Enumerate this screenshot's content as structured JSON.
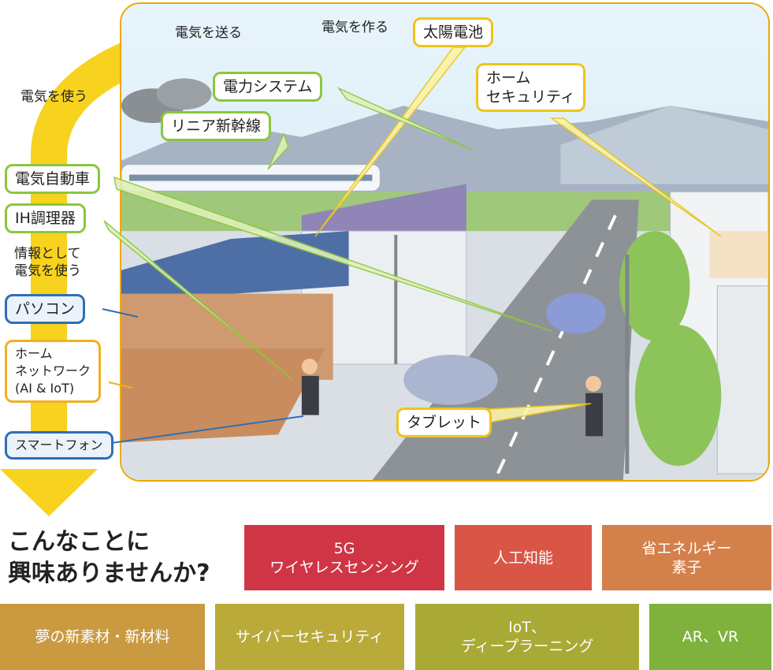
{
  "flow": {
    "send_label": "電気を送る",
    "make_label": "電気を作る",
    "use_label": "電気を使う",
    "info_label_line1": "情報として",
    "info_label_line2": "電気を使う"
  },
  "callouts": {
    "solar": "太陽電池",
    "power_system": "電力システム",
    "home_security_line1": "ホーム",
    "home_security_line2": "セキュリティ",
    "linear": "リニア新幹線",
    "ev": "電気自動車",
    "ih": "IH調理器",
    "pc": "パソコン",
    "home_net_line1": "ホーム",
    "home_net_line2": "ネットワーク",
    "home_net_line3": "(AI & IoT)",
    "smartphone": "スマートフォン",
    "tablet": "タブレット"
  },
  "question": {
    "line1": "こんなことに",
    "line2": "興味ありませんか?"
  },
  "topics": [
    {
      "line1": "5G",
      "line2": "ワイヤレスセンシング",
      "color": "#d03545"
    },
    {
      "line1": "人工知能",
      "line2": "",
      "color": "#d95545"
    },
    {
      "line1": "省エネルギー",
      "line2": "素子",
      "color": "#d4804a"
    },
    {
      "line1": "夢の新素材・新材料",
      "line2": "",
      "color": "#c99a40"
    },
    {
      "line1": "サイバーセキュリティ",
      "line2": "",
      "color": "#b9aa3a"
    },
    {
      "line1": "IoT、",
      "line2": "ディープラーニング",
      "color": "#a8aa35"
    },
    {
      "line1": "AR、VR",
      "line2": "",
      "color": "#7fb23c"
    }
  ],
  "colors": {
    "arrow": "#f7d21e",
    "frame": "#f0a800",
    "callout_green": "#8cc63f",
    "callout_yellow": "#f0c419",
    "callout_blue": "#2f6fb5"
  }
}
